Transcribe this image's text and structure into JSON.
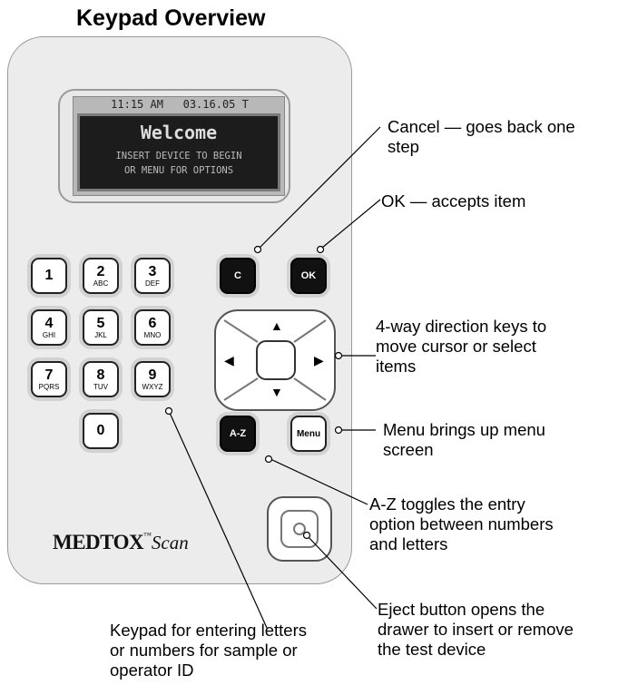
{
  "title": "Keypad Overview",
  "display": {
    "status_line": "11:15 AM   03.16.05 T",
    "welcome": "Welcome",
    "line1": "INSERT DEVICE TO BEGIN",
    "line2": "OR MENU FOR OPTIONS"
  },
  "keys": {
    "k1": {
      "num": "1",
      "letters": ""
    },
    "k2": {
      "num": "2",
      "letters": "ABC"
    },
    "k3": {
      "num": "3",
      "letters": "DEF"
    },
    "k4": {
      "num": "4",
      "letters": "GHI"
    },
    "k5": {
      "num": "5",
      "letters": "JKL"
    },
    "k6": {
      "num": "6",
      "letters": "MNO"
    },
    "k7": {
      "num": "7",
      "letters": "PQRS"
    },
    "k8": {
      "num": "8",
      "letters": "TUV"
    },
    "k9": {
      "num": "9",
      "letters": "WXYZ"
    },
    "k0": {
      "num": "0",
      "letters": ""
    },
    "cancel": "C",
    "ok": "OK",
    "az": "A-Z",
    "menu": "Menu"
  },
  "brand": {
    "med": "MEDTOX",
    "tm": "™",
    "scan": "Scan"
  },
  "annotations": {
    "cancel": [
      "Cancel — goes back one",
      "step"
    ],
    "ok": [
      "OK — accepts item"
    ],
    "direction": [
      "4-way direction keys to",
      "move cursor or select",
      "items"
    ],
    "menu": [
      "Menu brings up menu",
      "screen"
    ],
    "az": [
      "A-Z toggles the entry",
      "option between numbers",
      "and letters"
    ],
    "eject": [
      "Eject button opens the",
      "drawer to insert or remove",
      "the test device"
    ],
    "keypad": [
      "Keypad for entering letters",
      "or numbers for sample or",
      "operator ID"
    ]
  },
  "icons": {
    "up": "▲",
    "down": "▼",
    "left": "◀",
    "right": "▶"
  }
}
